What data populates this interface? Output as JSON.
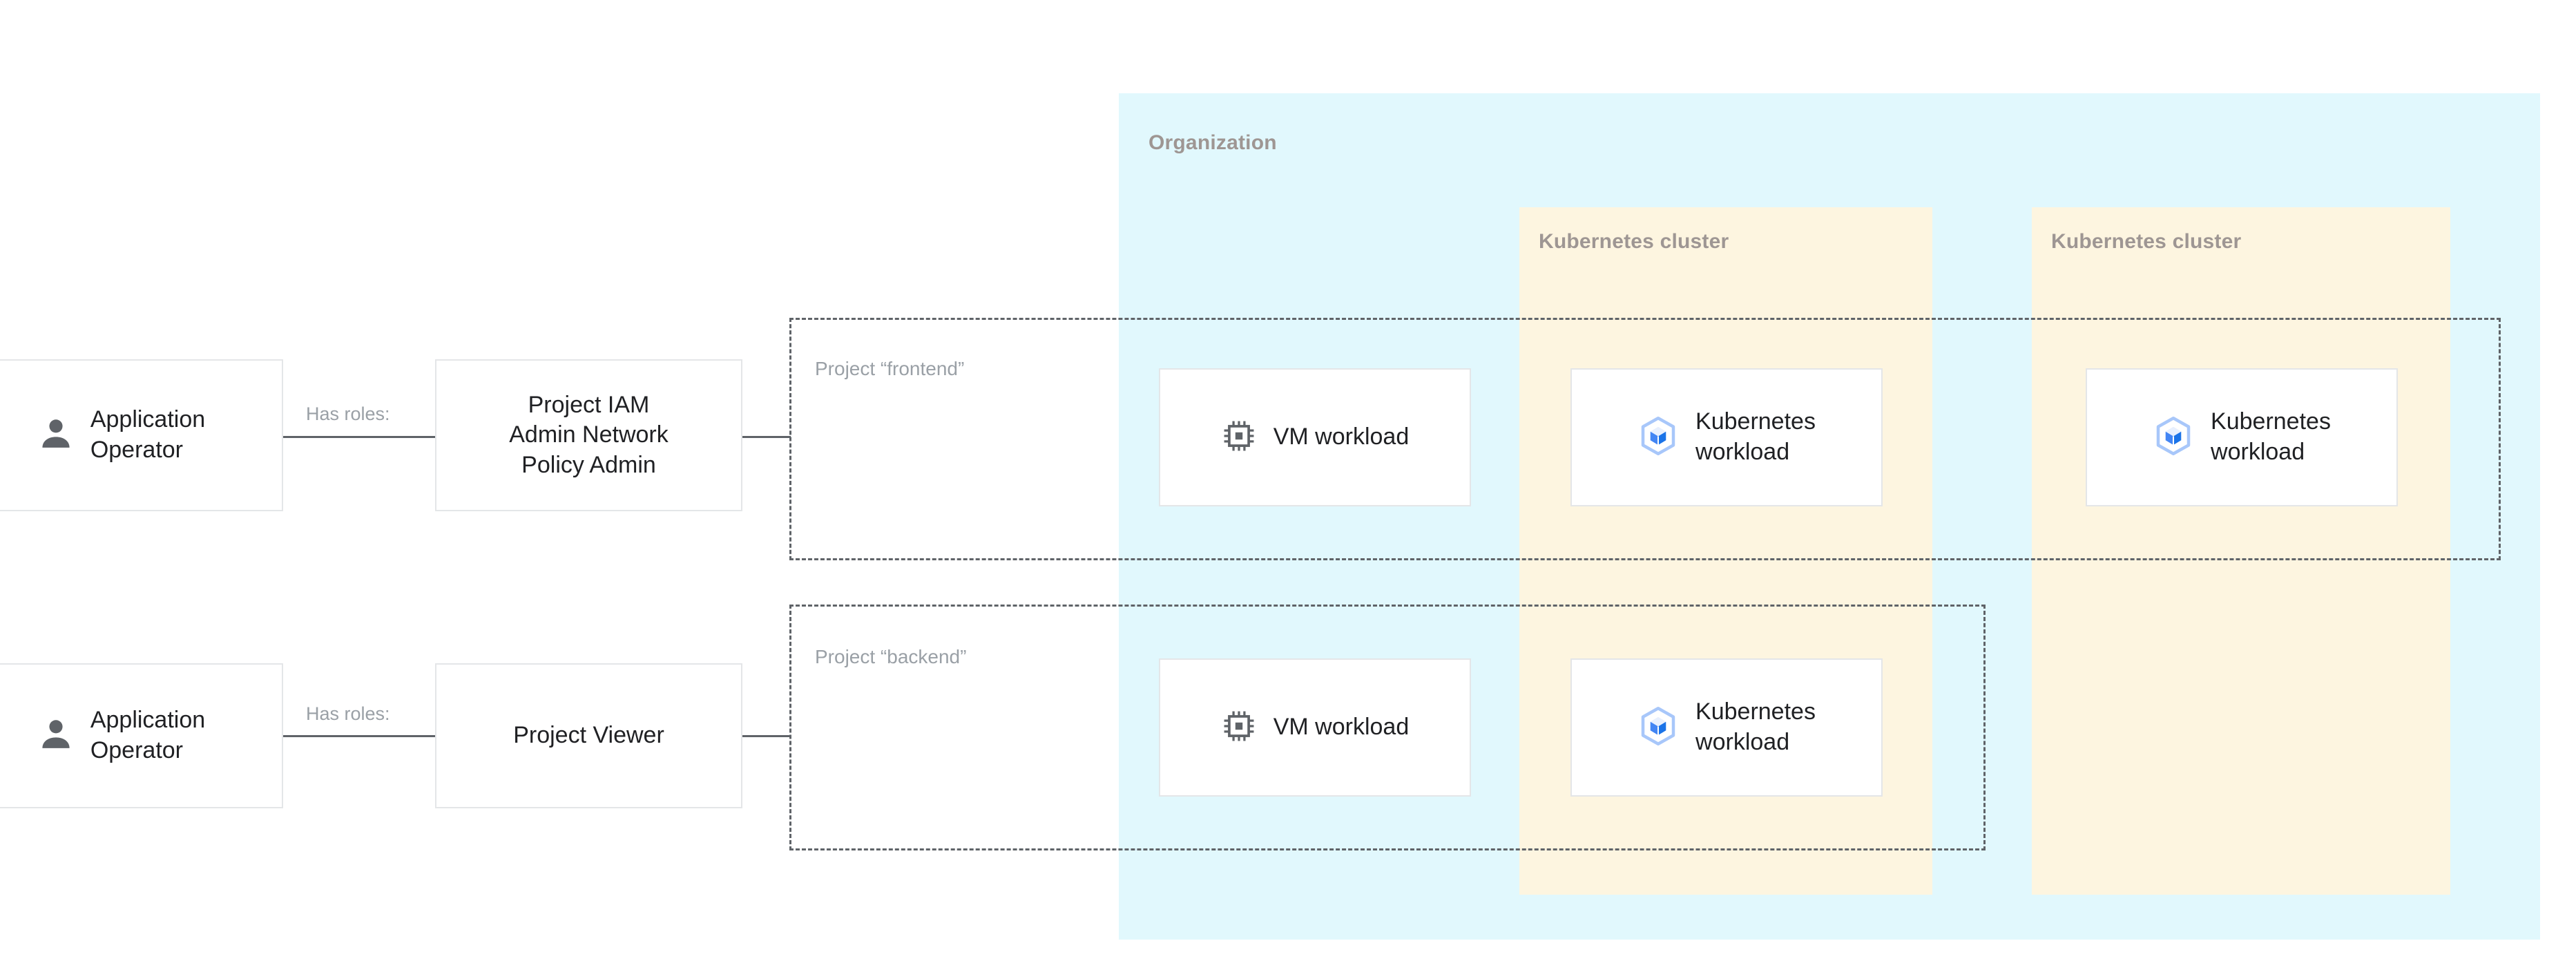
{
  "diagram": {
    "organization": {
      "label": "Organization",
      "color": "#e1f8fd"
    },
    "clusters": [
      {
        "label": "Kubernetes cluster",
        "color": "#fdf5e0"
      },
      {
        "label": "Kubernetes cluster",
        "color": "#fdf5e0"
      }
    ],
    "projects": [
      {
        "label": "Project “frontend”"
      },
      {
        "label": "Project “backend”"
      }
    ],
    "actors": [
      {
        "label": "Application\nOperator",
        "icon": "person-icon"
      },
      {
        "label": "Application\nOperator",
        "icon": "person-icon"
      }
    ],
    "edge_labels": [
      "Has roles:",
      "Has roles:"
    ],
    "roles": [
      {
        "label": "Project IAM\nAdmin Network\nPolicy Admin"
      },
      {
        "label": "Project Viewer"
      }
    ],
    "workloads": [
      {
        "label": "VM workload",
        "icon": "cpu-chip-icon",
        "project": "frontend",
        "cluster": null
      },
      {
        "label": "Kubernetes\nworkload",
        "icon": "kubernetes-cube-icon",
        "project": "frontend",
        "cluster": 0
      },
      {
        "label": "Kubernetes\nworkload",
        "icon": "kubernetes-cube-icon",
        "project": "frontend",
        "cluster": 1
      },
      {
        "label": "VM workload",
        "icon": "cpu-chip-icon",
        "project": "backend",
        "cluster": null
      },
      {
        "label": "Kubernetes\nworkload",
        "icon": "kubernetes-cube-icon",
        "project": "backend",
        "cluster": 0
      }
    ],
    "colors": {
      "organization_fill": "#e1f8fd",
      "cluster_fill": "#fdf5e0",
      "zone_label": "#9e9693",
      "project_label": "#9aa0a6",
      "card_border": "#e4e6e8",
      "text": "#202124",
      "connector": "#5f6368",
      "kubernetes_blue": "#4285f4",
      "kubernetes_light_blue": "#a8c7fa",
      "icon_gray": "#5f6368"
    }
  }
}
